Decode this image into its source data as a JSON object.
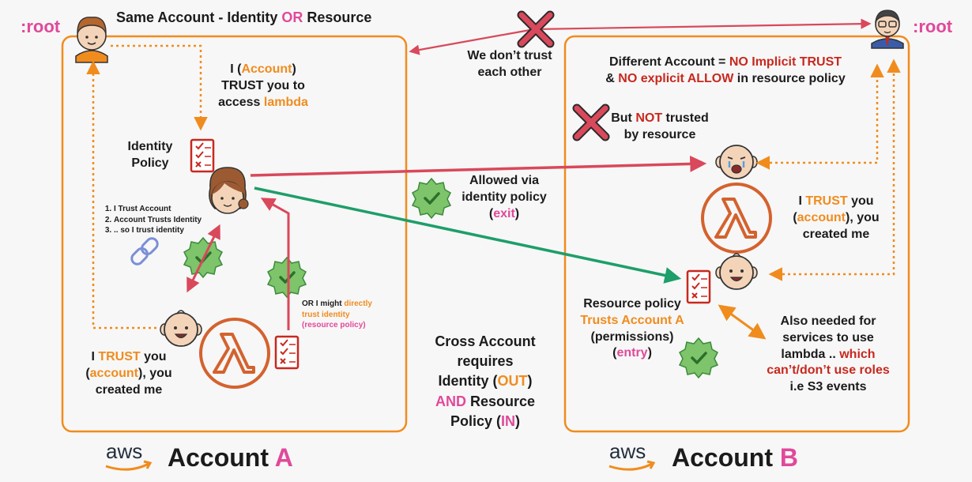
{
  "title": {
    "pre": "Same Account - Identity ",
    "or": "OR",
    "post": " Resource"
  },
  "root_left": ":root",
  "root_right": ":root",
  "dont_trust": {
    "l1": "We don’t trust",
    "l2": "each other"
  },
  "account_a": {
    "account_trust": {
      "p1": "I (",
      "account": "Account",
      "p2": ")",
      "l2": "TRUST you to",
      "l3a": "access ",
      "lambda": "lambda"
    },
    "identity_policy": {
      "l1": "Identity",
      "l2": "Policy"
    },
    "steps": [
      "I Trust Account",
      "Account Trusts Identity",
      ".. so I trust identity"
    ],
    "or_might": {
      "pre": "OR I might ",
      "directly": "directly",
      "trust_identity": "trust identity",
      "resource_policy": "(resource policy)"
    },
    "lambda_trust": {
      "i": "I ",
      "trust": "TRUST",
      "you": " you",
      "open": "(",
      "account": "account",
      "close": "), you",
      "created": "created me"
    }
  },
  "cross": {
    "l1": "Cross Account",
    "l2": "requires",
    "l3a": "Identity (",
    "out": "OUT",
    "l3b": ")",
    "and": "AND",
    "l4b": " Resource",
    "l5a": "Policy (",
    "in": "IN",
    "l5b": ")"
  },
  "allowed": {
    "l1": "Allowed via",
    "l2": "identity policy",
    "open": "(",
    "exit": "exit",
    "close": ")"
  },
  "account_b": {
    "diff": {
      "a": "Different Account = ",
      "b": "NO Implicit TRUST",
      "c": "& ",
      "d": "NO explicit ALLOW",
      "e": " in resource policy"
    },
    "not_trusted": {
      "a": "But ",
      "b": "NOT",
      "c": " trusted",
      "l2": "by resource"
    },
    "lambda_trust": {
      "i": "I ",
      "trust": "TRUST",
      "you": " you",
      "open": "(",
      "account": "account",
      "close": "), you",
      "created": "created me"
    },
    "resource_policy": {
      "l1": "Resource policy",
      "l2": "Trusts Account A",
      "l3": "(permissions)",
      "open": "(",
      "entry": "entry",
      "close": ")"
    },
    "also": {
      "l1": "Also needed for",
      "l2": "services to use",
      "l3a": "lambda .. ",
      "l3b": "which",
      "l4": "can’t/don’t use roles",
      "l5": "i.e S3 events"
    }
  },
  "footer": {
    "aws": "aws",
    "acc": "Account ",
    "a": "A",
    "b": "B"
  },
  "colors": {
    "orange": "#f08c1e",
    "pink": "#e0499a",
    "red": "#d9485b",
    "green": "#1e9e6a",
    "lambda": "#d4622e",
    "darkred": "#c8281e",
    "badge": "#7dc46a"
  },
  "icons": [
    "root-user-icon",
    "admin-user-icon",
    "identity-avatar-icon",
    "lambda-icon",
    "crying-baby-icon",
    "baby-face-icon",
    "checklist-icon",
    "green-check-badge-icon",
    "red-x-icon",
    "chain-link-icon",
    "aws-logo-icon"
  ]
}
